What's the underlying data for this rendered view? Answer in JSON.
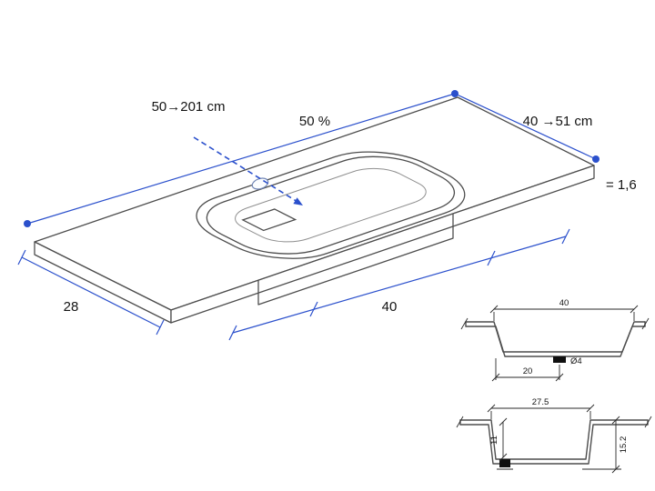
{
  "colors": {
    "dimension_blue": "#2b50cc",
    "line_gray": "#4d4d4d"
  },
  "main_view": {
    "length_range_label": "50→201 cm",
    "position_percent_label": "50 %",
    "depth_range_label": "40 →51 cm",
    "thickness_label": "= 1,6",
    "left_depth_label": "28",
    "basin_width_label": "40"
  },
  "section_top_view": {
    "basin_width_label": "40",
    "drain_label": "Ø4",
    "drain_offset_label": "20"
  },
  "section_side_view": {
    "basin_width_label": "27.5",
    "basin_depth_label": "11",
    "total_height_label": "15.2"
  }
}
